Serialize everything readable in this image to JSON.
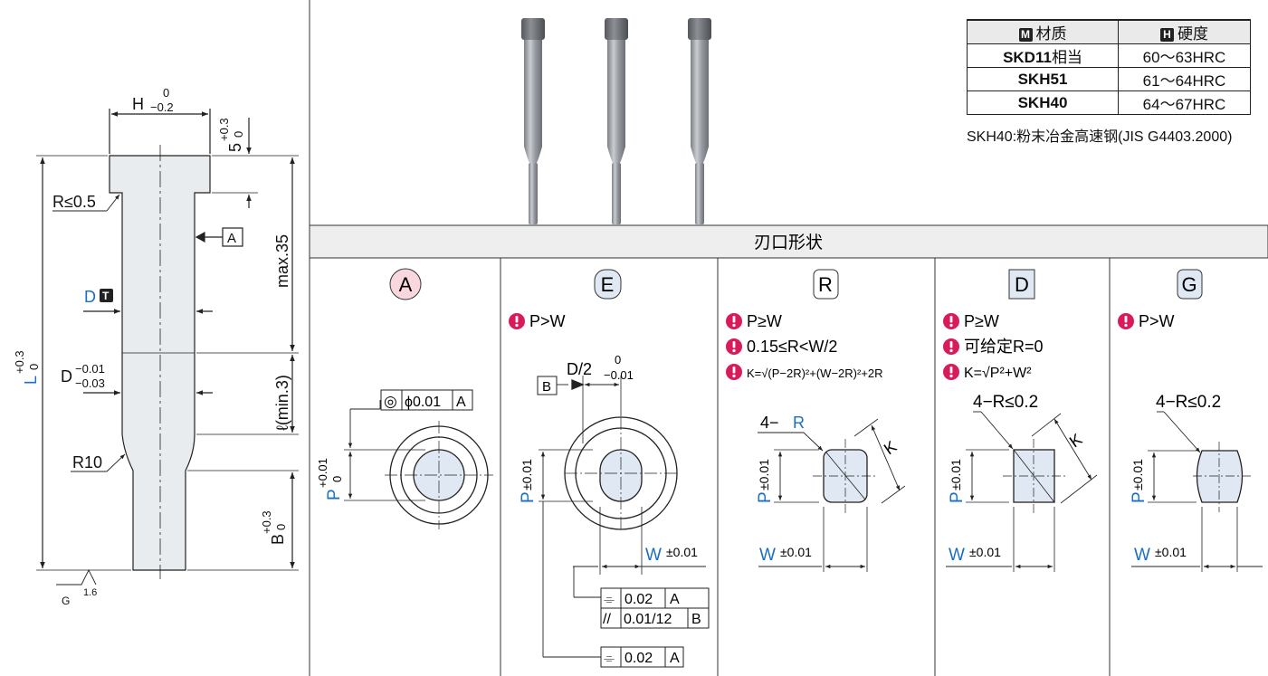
{
  "material_table": {
    "head_material_badge": "M",
    "head_material": "材质",
    "head_hardness_badge": "H",
    "head_hardness": "硬度",
    "rows": [
      {
        "material": "SKD11",
        "material_suffix": "相当",
        "hardness": "60～63HRC"
      },
      {
        "material": "SKH51",
        "material_suffix": "",
        "hardness": "61～64HRC"
      },
      {
        "material": "SKH40",
        "material_suffix": "",
        "hardness": "64～67HRC"
      }
    ],
    "note": "SKH40:粉末冶金高速钢(JIS G4403.2000)"
  },
  "section_header": "刃口形状",
  "left_drawing": {
    "H": "H",
    "H_upper": "0",
    "H_lower": "−0.2",
    "five": "5",
    "five_upper": "+0.3",
    "five_lower": "0",
    "R05": "R≤0.5",
    "datum_A": "A",
    "D_label": "D",
    "D_badge": "T",
    "max35": "max.35",
    "D_tol_label": "D",
    "D_tol_upper": "−0.01",
    "D_tol_lower": "−0.03",
    "l_min": "ℓ(min.3)",
    "L": "L",
    "L_upper": "+0.3",
    "L_lower": "0",
    "R10": "R10",
    "B": "B",
    "B_upper": "+0.3",
    "B_lower": "0",
    "rough_G": "G",
    "rough_val": "1.6"
  },
  "shapes": {
    "A": {
      "letter": "A",
      "gd_symbol": "◎",
      "gd_value": "ϕ0.01",
      "gd_datum": "A",
      "P": "P",
      "P_upper": "+0.01",
      "P_lower": "0"
    },
    "E": {
      "letter": "E",
      "cond1": "P>W",
      "D2": "D/2",
      "D2_upper": "0",
      "D2_lower": "−0.01",
      "datum_B": "B",
      "P": "P",
      "P_tol": "±0.01",
      "W": "W",
      "W_tol": "±0.01",
      "gd1_symbol": "⌯",
      "gd1_value": "0.02",
      "gd1_datum": "A",
      "gd2_symbol": "//",
      "gd2_value": "0.01/12",
      "gd2_datum": "B",
      "gd3_symbol": "⌯",
      "gd3_value": "0.02",
      "gd3_datum": "A"
    },
    "R": {
      "letter": "R",
      "cond1": "P≥W",
      "cond2": "0.15≤R<W/2",
      "cond3": "K=√(P−2R)²+(W−2R)²+2R",
      "fourR_prefix": "4−",
      "fourR_R": "R",
      "K": "K",
      "P": "P",
      "P_tol": "±0.01",
      "W": "W",
      "W_tol": "±0.01"
    },
    "D": {
      "letter": "D",
      "cond1": "P≥W",
      "cond2": "可给定R=0",
      "cond3": "K=√P²+W²",
      "fourR": "4−R≤0.2",
      "K": "K",
      "P": "P",
      "P_tol": "±0.01",
      "W": "W",
      "W_tol": "±0.01"
    },
    "G": {
      "letter": "G",
      "cond1": "P>W",
      "fourR": "4−R≤0.2",
      "P": "P",
      "P_tol": "±0.01",
      "W": "W",
      "W_tol": "±0.01"
    }
  },
  "colors": {
    "accent_blue": "#1a6fc0",
    "shape_fill": "#dfe8f3",
    "badge_A": "#f8d7df",
    "badge_E": "#dfe8f3",
    "badge_D": "#dfe8f3",
    "warn_pink": "#d81b5b"
  }
}
